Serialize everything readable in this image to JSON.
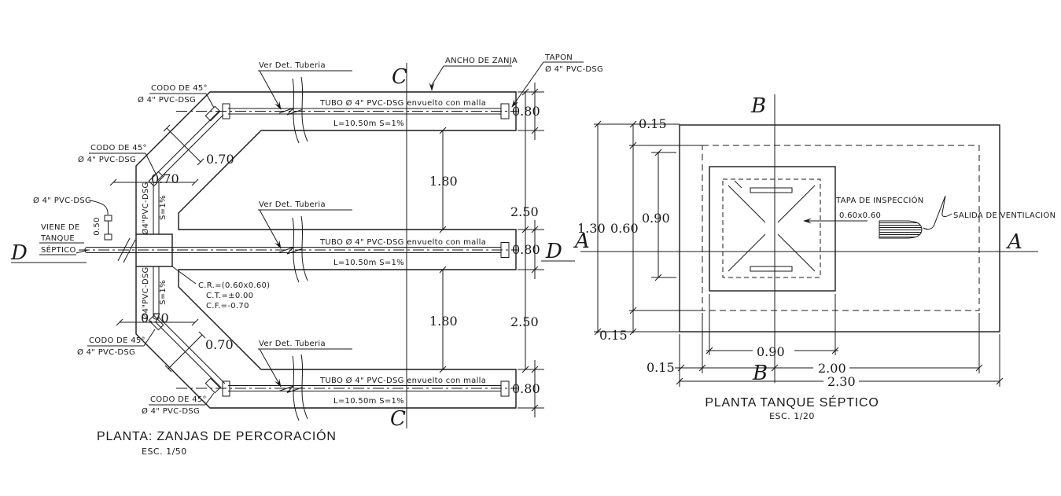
{
  "left_drawing": {
    "title": "PLANTA: ZANJAS DE PERCORACIÓN",
    "scale": "ESC. 1/50",
    "markers": {
      "c": "C",
      "d": "D"
    },
    "labels": {
      "codo_line1": "CODO DE 45°",
      "codo_line2": "Ø 4\" PVC-DSG",
      "ver_det": "Ver Det. Tuberia",
      "ancho": "ANCHO DE ZANJA",
      "tapon_line1": "TAPON",
      "tapon_line2": "Ø 4\" PVC-DSG",
      "tubo": "TUBO Ø 4\" PVC-DSG envuelto con malla",
      "tubo_data": "L=10.50m S=1%",
      "viene_line1": "VIENE DE",
      "viene_line2": "TANQUE",
      "viene_line3": "SÉPTICO",
      "pvc": "Ø 4\" PVC-DSG",
      "vpipe": "Ø4\"PVC-DSG",
      "vpipe_slope": "S=1%",
      "cota_cr": "C.R.=(0.60x0.60)",
      "cota_ct": "C.T.=±0.00",
      "cota_cf": "C.F.=-0.70"
    },
    "dims": {
      "trench_width": "0.80",
      "gap": "1.80",
      "spacing": "2.50",
      "channel": "0.70",
      "inlet": "0.50"
    }
  },
  "right_drawing": {
    "title": "PLANTA TANQUE SÉPTICO",
    "scale": "ESC. 1/20",
    "markers": {
      "a": "A",
      "b": "B"
    },
    "labels": {
      "tapa_line1": "TAPA DE INSPECCIÓN",
      "tapa_line2": "0.60x0.60",
      "salida": "SALIDA DE VENTILACION"
    },
    "dims": {
      "wall": "0.15",
      "cover": "0.90",
      "height_outer": "1.30",
      "height_inner": "0.60",
      "length_inner": "2.00",
      "length_outer": "2.30"
    }
  }
}
